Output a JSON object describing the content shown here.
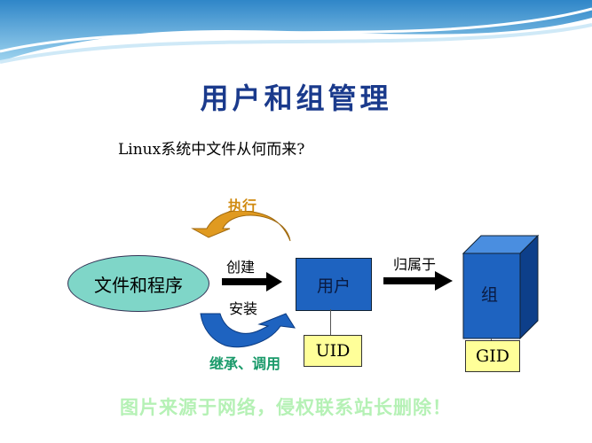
{
  "slide": {
    "title": "用户和组管理",
    "subtitle": "Linux系统中文件从何而来?",
    "diagram": {
      "source_node": "文件和程序",
      "user_node": "用户",
      "group_node": "组",
      "uid_label": "UID",
      "gid_label": "GID",
      "execute_label": "执行",
      "create_label": "创建",
      "install_label": "安装",
      "inherit_label": "继承、调用",
      "belongs_label": "归属于"
    },
    "watermark": "图片来源于网络，侵权联系站长删除！",
    "colors": {
      "title": "#1a3a8c",
      "execute": "#d08a10",
      "inherit": "#1a9a6a",
      "box": "#1e63c0",
      "ellipse": "#7fd6c8"
    }
  }
}
